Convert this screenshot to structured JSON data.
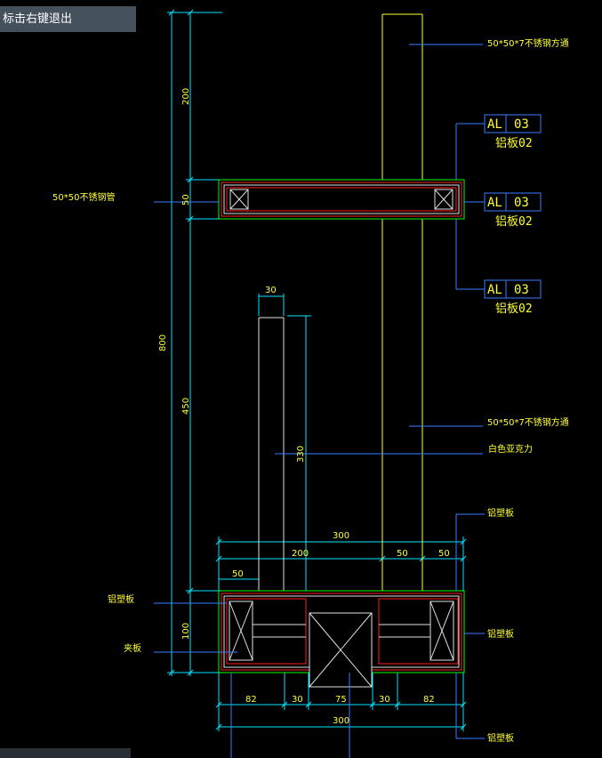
{
  "tooltip": "标击右键退出",
  "dims": {
    "d200_top": "200",
    "d50_top": "50",
    "d800": "800",
    "d450": "450",
    "d100": "100",
    "d30_top": "30",
    "d330": "330",
    "d300_top": "300",
    "d200_mid": "200",
    "d50_mid_a": "50",
    "d50_mid_b": "50",
    "d50_left": "50",
    "d82_a": "82",
    "d30_a": "30",
    "d75": "75",
    "d30_b": "30",
    "d82_b": "82",
    "d300_bot": "300"
  },
  "labels": {
    "tube_top": "50*50*7不锈钢方通",
    "pipe_left": "50*50不锈钢管",
    "tube_mid": "50*50*7不锈钢方通",
    "acrylic": "白色亚克力",
    "alu_top_right": "铝塑板",
    "alu_left": "铝塑板",
    "alu_right": "铝塑板",
    "plywood": "夹板",
    "alu_bottom_right": "铝塑板"
  },
  "tags": [
    {
      "code": "AL",
      "num": "03",
      "sub": "铝板02"
    },
    {
      "code": "AL",
      "num": "03",
      "sub": "铝板02"
    },
    {
      "code": "AL",
      "num": "03",
      "sub": "铝板02"
    }
  ],
  "colors": {
    "background": "#000000",
    "dimension": "#00e5ff",
    "outline": "#00ff00",
    "section": "#ff2020",
    "tube": "#ffff33",
    "leader": "#3a7bff",
    "text": "#ffff33",
    "geometry": "#e0e0e0"
  }
}
